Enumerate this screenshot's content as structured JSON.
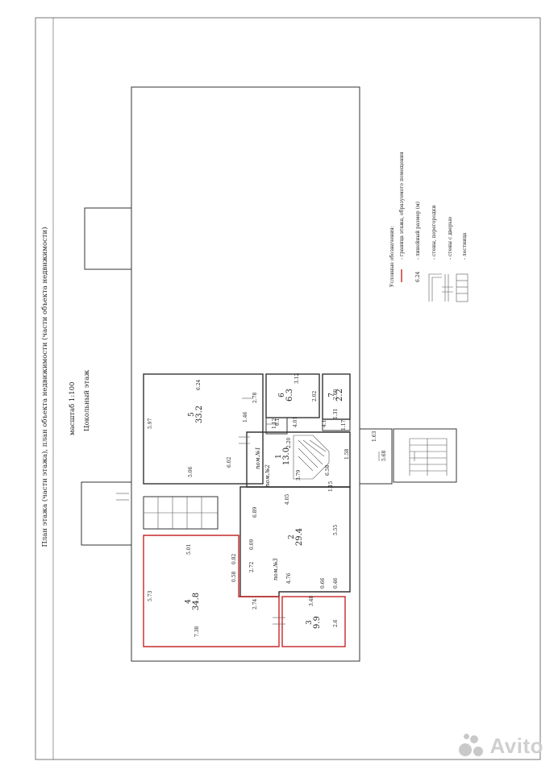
{
  "sheet": {
    "title": "План этажа (части этажа), план объекта недвижимости (части объекта недвижимости)",
    "scale": "масштаб 1:100",
    "floor": "Цокольный этаж"
  },
  "rooms": [
    {
      "id": "room-1",
      "number": "1",
      "area": "13.0"
    },
    {
      "id": "room-2",
      "number": "2",
      "area": "29.4"
    },
    {
      "id": "room-3",
      "number": "3",
      "area": "9.9"
    },
    {
      "id": "room-4",
      "number": "4",
      "area": "34.8"
    },
    {
      "id": "room-5",
      "number": "5",
      "area": "33.2"
    },
    {
      "id": "room-6",
      "number": "6",
      "area": "6.3"
    },
    {
      "id": "room-7",
      "number": "7",
      "area": "2.2"
    }
  ],
  "premises_tags": [
    "пом.№1",
    "пом.№2",
    "пом.№3"
  ],
  "dimensions": {
    "room5": [
      "6.24",
      "5.97",
      "5.06",
      "6.02",
      "1.46",
      "2.78"
    ],
    "room6": [
      "3.12",
      "2.02",
      "1.12",
      "4.01"
    ],
    "room7": [
      "2.00",
      "1.31"
    ],
    "corridor": [
      "4.1",
      "1.17",
      "1.63",
      "5.68",
      "1.58"
    ],
    "room1": [
      "2.20",
      "3.79",
      "6.58",
      "4.05",
      "1.15",
      "0.1"
    ],
    "room2": [
      "6.89",
      "0.09",
      "5.55",
      "4.76",
      "0.46",
      "0.66"
    ],
    "room4": [
      "5.01",
      "5.73",
      "2.72",
      "0.58",
      "0.82",
      "7.38",
      "2.74"
    ],
    "room3": [
      "3.48",
      "2.6"
    ]
  },
  "legend": {
    "heading": "Условные обозначения:",
    "items": [
      {
        "symbol": "red-line",
        "label": "- граница этажа, образуемого помещения"
      },
      {
        "symbol": "dimension",
        "sample": "6.24",
        "label": "- линейный размер (м)"
      },
      {
        "symbol": "wall",
        "label": "- стены, перегородки"
      },
      {
        "symbol": "door",
        "label": "- стены с дверью"
      },
      {
        "symbol": "stair",
        "label": "- лестница"
      }
    ]
  },
  "watermark": {
    "text": "Avito",
    "color": "#cfcfcf"
  },
  "colors": {
    "boundary": "#c62828",
    "ink": "#333333",
    "paper": "#ffffff"
  }
}
